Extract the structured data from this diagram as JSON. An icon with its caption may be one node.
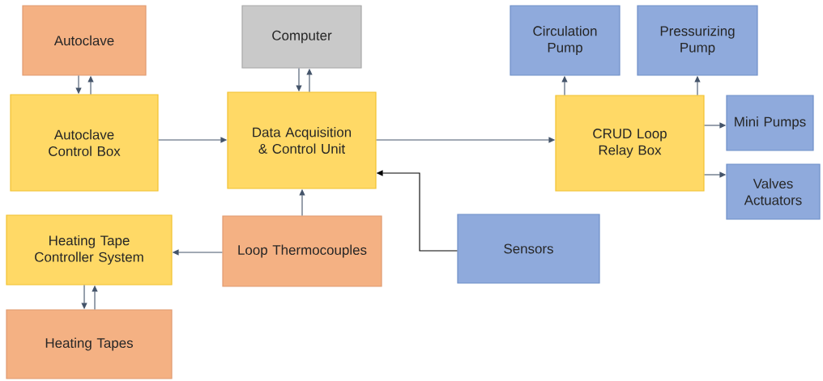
{
  "diagram": {
    "nodes": [
      {
        "text": [
          "Autoclave"
        ]
      },
      {
        "text": [
          "Computer"
        ]
      },
      {
        "text": [
          "Circulation Pump"
        ]
      },
      {
        "text": [
          "Pressurizing Pump"
        ]
      },
      {
        "text": [
          "Autoclave Control Box"
        ]
      },
      {
        "text": [
          "Data Acquisition & Control Unit"
        ]
      },
      {
        "text": [
          "CRUD Loop Relay Box"
        ]
      },
      {
        "text": [
          "Mini Pumps"
        ]
      },
      {
        "text": [
          "Valves Actuators"
        ]
      },
      {
        "text": [
          "Heating Tape Controller System"
        ]
      },
      {
        "text": [
          "Loop Thermocouples"
        ]
      },
      {
        "text": [
          "Sensors"
        ]
      },
      {
        "text": [
          "Heating Tapes"
        ]
      }
    ],
    "edges": [
      {
        "from": 0,
        "to": 4,
        "arrow": "to"
      },
      {
        "from": 4,
        "to": 0,
        "arrow": "to"
      },
      {
        "from": 1,
        "to": 5,
        "arrow": "to"
      },
      {
        "from": 5,
        "to": 1,
        "arrow": "to"
      },
      {
        "from": 4,
        "to": 5,
        "arrow": "to"
      },
      {
        "from": 5,
        "to": 6,
        "arrow": "to"
      },
      {
        "from": 6,
        "to": 2,
        "arrow": "to"
      },
      {
        "from": 6,
        "to": 3,
        "arrow": "to"
      },
      {
        "from": 6,
        "to": 7,
        "arrow": "to"
      },
      {
        "from": 6,
        "to": 8,
        "arrow": "to"
      },
      {
        "from": 10,
        "to": 5,
        "arrow": "to"
      },
      {
        "from": 11,
        "to": 5,
        "arrow": "to",
        "color": "#000000"
      },
      {
        "from": 10,
        "to": 9,
        "arrow": "to"
      },
      {
        "from": 9,
        "to": 12,
        "arrow": "to"
      },
      {
        "from": 12,
        "to": 9,
        "arrow": "to"
      }
    ]
  }
}
